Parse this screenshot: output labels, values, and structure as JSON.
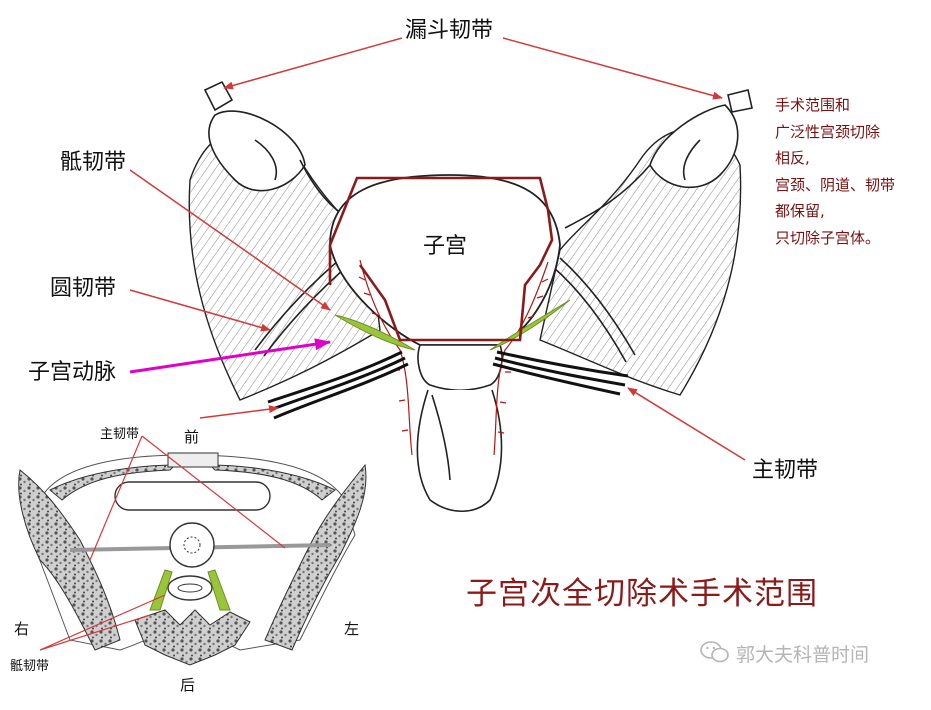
{
  "labels": {
    "infundibulopelvic": "漏斗韧带",
    "sacral": "骶韧带",
    "round": "圆韧带",
    "uterine_artery": "子宫动脉",
    "uterus": "子宫",
    "cardinal": "主韧带"
  },
  "note": {
    "lines": [
      "手术范围和",
      "广泛性宫颈切除",
      "相反,",
      "宫颈、阴道、韧带",
      "都保留,",
      "只切除子宫体。"
    ]
  },
  "title": "子宫次全切除术手术范围",
  "inset": {
    "cardinal": "主韧带",
    "front": "前",
    "back": "后",
    "right": "右",
    "left": "左",
    "sacral": "骶韧带"
  },
  "watermark": "郭大夫科普时间",
  "colors": {
    "annotation_red": "#d23a3a",
    "uterine_artery_arrow": "#e000c8",
    "incision_line": "#8b1a1a",
    "ligament_green": "#9ac43a",
    "title_red": "#8b1a1a"
  }
}
